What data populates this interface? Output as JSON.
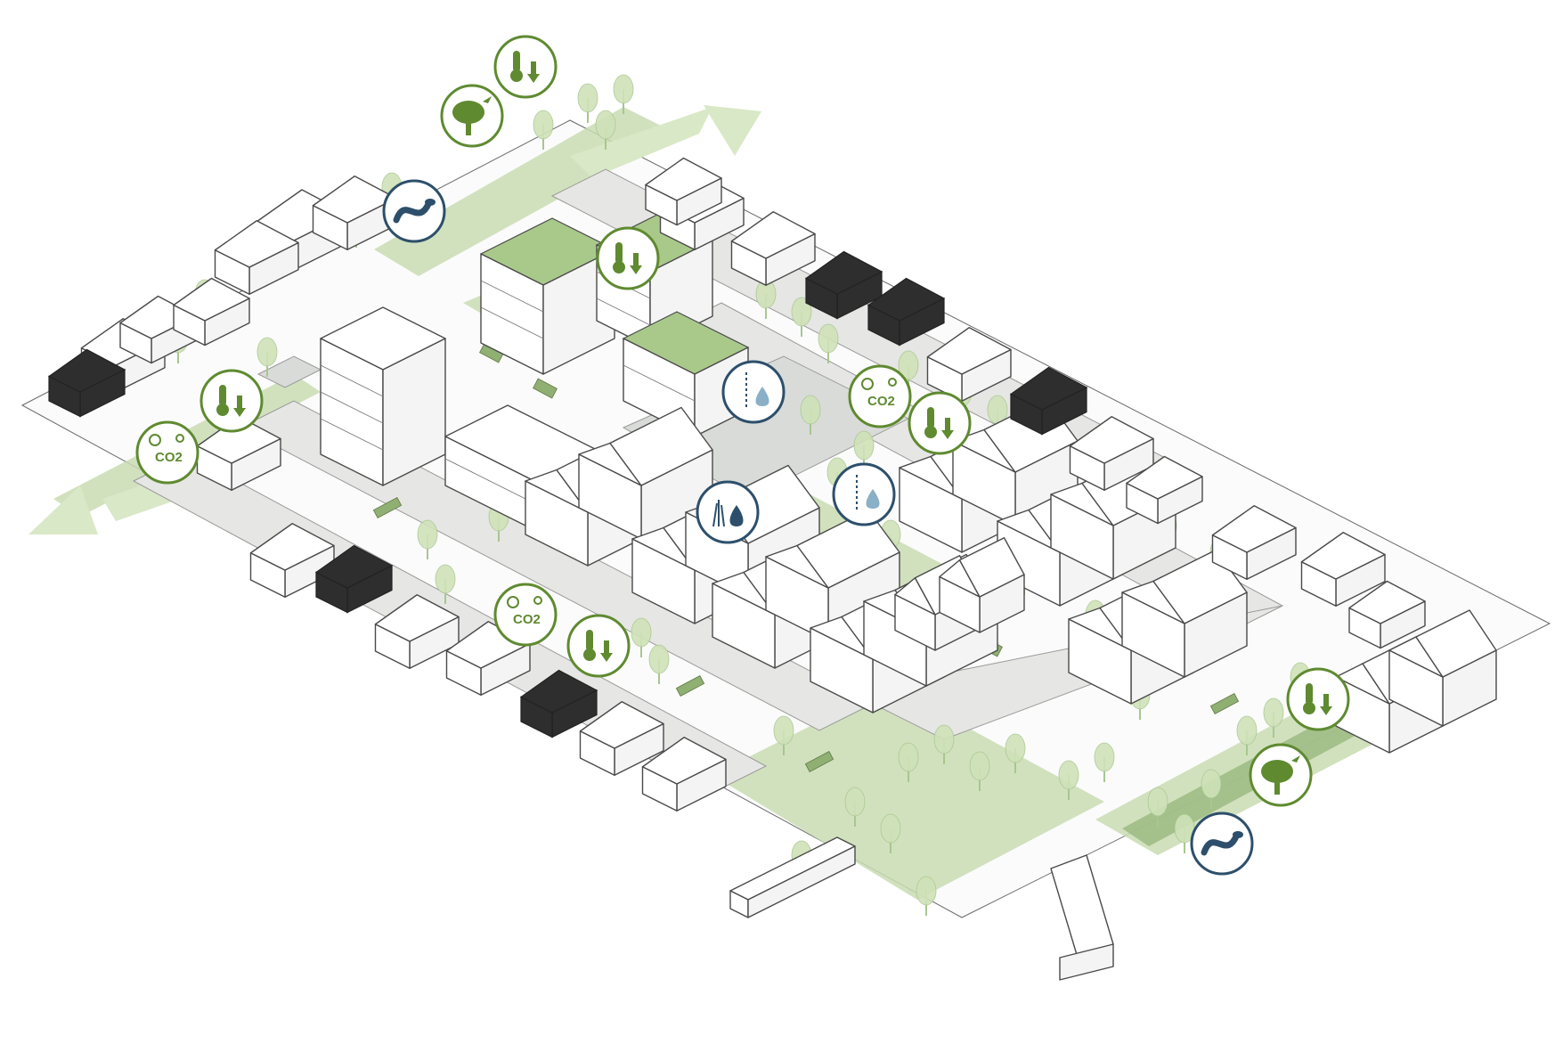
{
  "colors": {
    "eco_green": "#5f8a30",
    "water_blue": "#2d4f6b",
    "greenway": "#c9dcb3",
    "greenway_dark": "#9cba83",
    "road": "#e6e6e4",
    "building_line": "#4a4a4a"
  },
  "icon_markers": [
    {
      "kind": "temperature-reduction-icon",
      "co2_text": ""
    },
    {
      "kind": "habitat-tree-bird-icon",
      "co2_text": ""
    },
    {
      "kind": "wildlife-corridor-eel-icon",
      "co2_text": ""
    },
    {
      "kind": "temperature-reduction-icon",
      "co2_text": ""
    },
    {
      "kind": "temperature-reduction-icon",
      "co2_text": ""
    },
    {
      "kind": "carbon-sequestration-icon",
      "co2_text": "CO2"
    },
    {
      "kind": "stormwater-infiltration-icon",
      "co2_text": ""
    },
    {
      "kind": "carbon-sequestration-icon",
      "co2_text": "CO2"
    },
    {
      "kind": "temperature-reduction-icon",
      "co2_text": ""
    },
    {
      "kind": "water-filtration-plants-icon",
      "co2_text": ""
    },
    {
      "kind": "stormwater-infiltration-icon",
      "co2_text": ""
    },
    {
      "kind": "carbon-sequestration-icon",
      "co2_text": "CO2"
    },
    {
      "kind": "temperature-reduction-icon",
      "co2_text": ""
    },
    {
      "kind": "temperature-reduction-icon",
      "co2_text": ""
    },
    {
      "kind": "habitat-tree-bird-icon",
      "co2_text": ""
    },
    {
      "kind": "wildlife-corridor-eel-icon",
      "co2_text": ""
    }
  ]
}
